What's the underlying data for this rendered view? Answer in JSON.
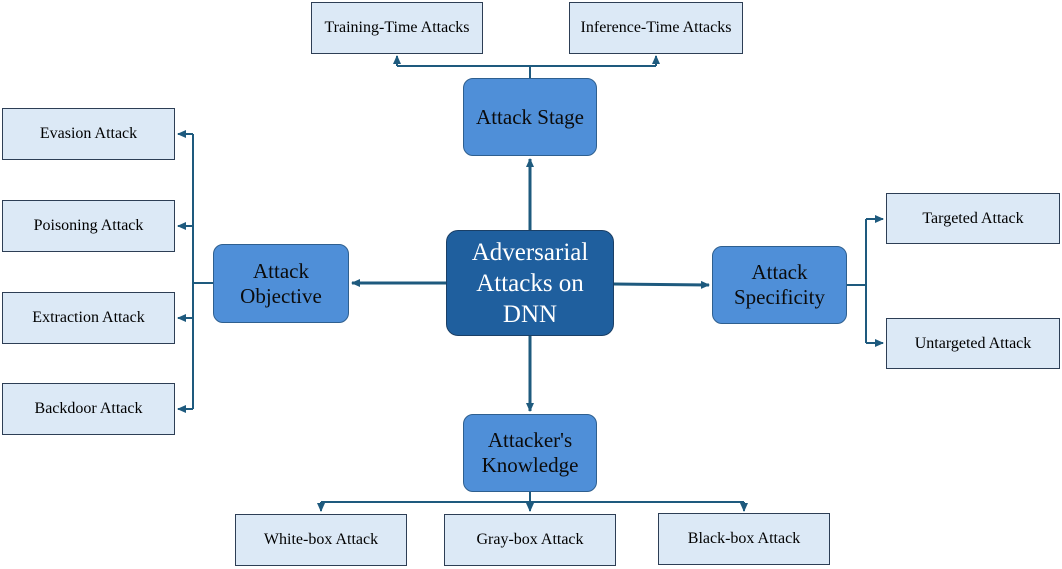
{
  "diagram": {
    "center": "Adversarial\nAttacks on\nDNN",
    "attack_stage": {
      "label": "Attack Stage",
      "children": [
        "Training-Time Attacks",
        "Inference-Time Attacks"
      ]
    },
    "attack_objective": {
      "label": "Attack\nObjective",
      "children": [
        "Evasion Attack",
        "Poisoning Attack",
        "Extraction Attack",
        "Backdoor Attack"
      ]
    },
    "attack_specificity": {
      "label": "Attack\nSpecificity",
      "children": [
        "Targeted Attack",
        "Untargeted Attack"
      ]
    },
    "attacker_knowledge": {
      "label": "Attacker's\nKnowledge",
      "children": [
        "White-box Attack",
        "Gray-box Attack",
        "Black-box Attack"
      ]
    },
    "colors": {
      "center_fill": "#1f5f9e",
      "category_fill": "#4f8fd8",
      "leaf_fill": "#dce9f6",
      "connector": "#1e5a7e"
    }
  }
}
